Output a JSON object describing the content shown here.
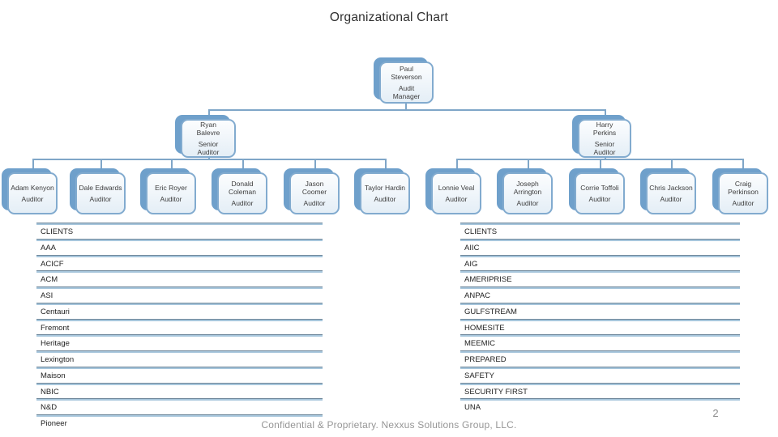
{
  "slide": {
    "title": "Organizational Chart",
    "footer": "Confidential & Proprietary.  Nexxus Solutions Group, LLC.",
    "page_number": "2"
  },
  "colors": {
    "accent_blue": "#6fa0cb",
    "box_border": "#82abcf",
    "connector": "#7fa6c8",
    "list_line_light": "#a7c6dc",
    "list_line_dark": "#70889b"
  },
  "org": {
    "manager": {
      "name": "Paul Steverson",
      "title": "Audit Manager"
    },
    "seniors": [
      {
        "name": "Ryan Balevre",
        "title": "Senior Auditor"
      },
      {
        "name": "Harry Perkins",
        "title": "Senior Auditor"
      }
    ],
    "auditors": [
      {
        "name": "Adam Kenyon",
        "title": "Auditor"
      },
      {
        "name": "Dale Edwards",
        "title": "Auditor"
      },
      {
        "name": "Eric Royer",
        "title": "Auditor"
      },
      {
        "name": "Donald Coleman",
        "title": "Auditor"
      },
      {
        "name": "Jason Coomer",
        "title": "Auditor"
      },
      {
        "name": "Taylor Hardin",
        "title": "Auditor"
      },
      {
        "name": "Lonnie Veal",
        "title": "Auditor"
      },
      {
        "name": "Joseph Arrington",
        "title": "Auditor"
      },
      {
        "name": "Corrie Toffoli",
        "title": "Auditor"
      },
      {
        "name": "Chris Jackson",
        "title": "Auditor"
      },
      {
        "name": "Craig Perkinson",
        "title": "Auditor"
      }
    ]
  },
  "client_lists": {
    "left": {
      "header": "CLIENTS",
      "rows": [
        "AAA",
        "ACICF",
        "ACM",
        "ASI",
        "Centauri",
        "Fremont",
        "Heritage",
        "Lexington",
        "Maison",
        "NBIC",
        "N&D",
        "Pioneer"
      ]
    },
    "right": {
      "header": "CLIENTS",
      "rows": [
        "AIIC",
        "AIG",
        "AMERIPRISE",
        "ANPAC",
        "GULFSTREAM",
        "HOMESITE",
        "MEEMIC",
        "PREPARED",
        "SAFETY",
        "SECURITY FIRST",
        "UNA"
      ]
    }
  }
}
